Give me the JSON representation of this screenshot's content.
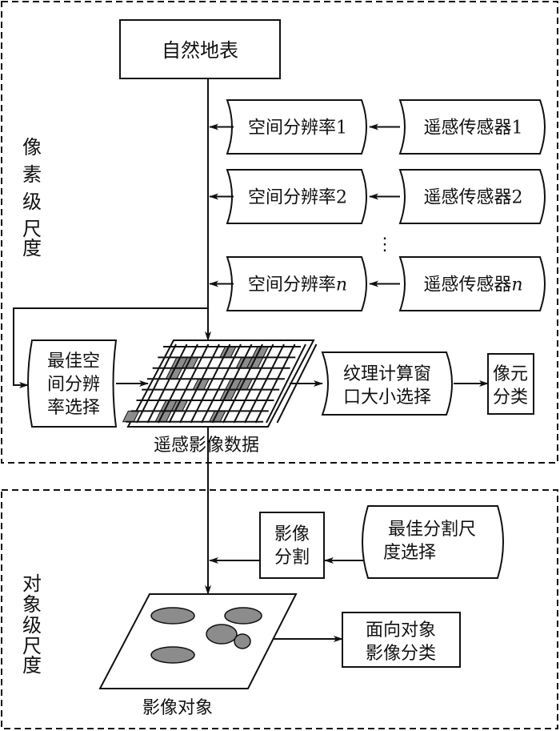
{
  "diagram": {
    "pixel_scale": {
      "label_chars": [
        "像",
        "素",
        "级",
        "尺",
        "度"
      ],
      "natural_surface": "自然地表",
      "resolutions": [
        {
          "text": "空间分辨率",
          "suffix": "1",
          "italic": false
        },
        {
          "text": "空间分辨率",
          "suffix": "2",
          "italic": false
        },
        {
          "text": "空间分辨率",
          "suffix": "n",
          "italic": true
        }
      ],
      "sensors": [
        {
          "text": "遥感传感器",
          "suffix": "1",
          "italic": false
        },
        {
          "text": "遥感传感器",
          "suffix": "2",
          "italic": false
        },
        {
          "text": "遥感传感器",
          "suffix": "n",
          "italic": true
        }
      ],
      "ellipsis": "⋮",
      "best_resolution_lines": [
        "最佳空",
        "间分辨",
        "率选择"
      ],
      "rs_image_data": "遥感影像数据",
      "texture_window_lines": [
        "纹理计算窗",
        "口大小选择"
      ],
      "pixel_classification_lines": [
        "像元",
        "分类"
      ]
    },
    "object_scale": {
      "label_chars": [
        "对",
        "象",
        "级",
        "尺",
        "度"
      ],
      "segmentation_lines": [
        "影像",
        "分割"
      ],
      "best_seg_scale_lines": [
        "最佳分割尺",
        "度选择"
      ],
      "image_objects": "影像对象",
      "oo_classification_lines": [
        "面向对象",
        "影像分类"
      ]
    },
    "colors": {
      "stroke": "#111111",
      "fill_gray": "#8c8c8c",
      "background": "#ffffff"
    }
  }
}
